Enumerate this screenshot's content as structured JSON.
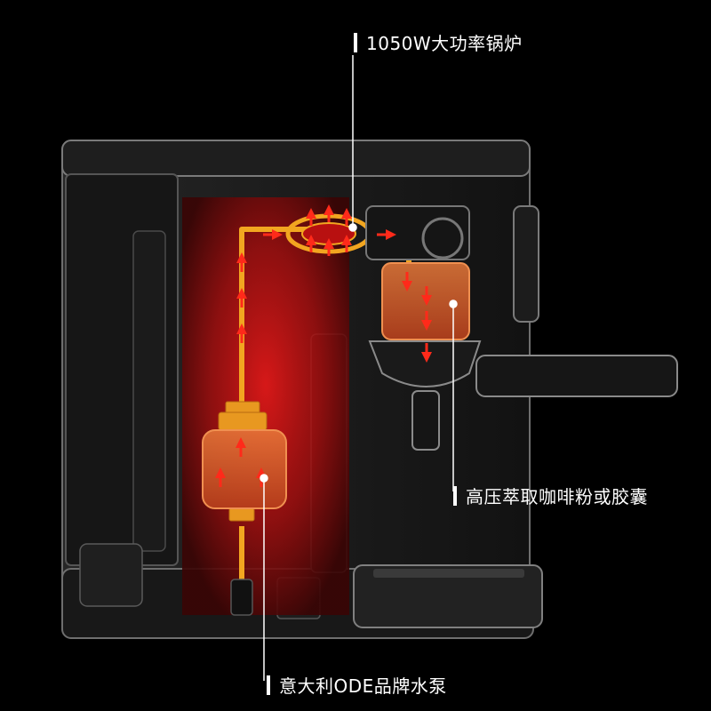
{
  "labels": {
    "boiler": "1050W大功率锅炉",
    "brew": "高压萃取咖啡粉或胶囊",
    "pump": "意大利ODE品牌水泵"
  },
  "colors": {
    "background": "#000000",
    "glow": "#d11414",
    "pipe": "#f2a620",
    "arrow": "#ff2a1a",
    "box": "#e0602a",
    "outline": "#8a8a8a",
    "text": "#ffffff"
  }
}
